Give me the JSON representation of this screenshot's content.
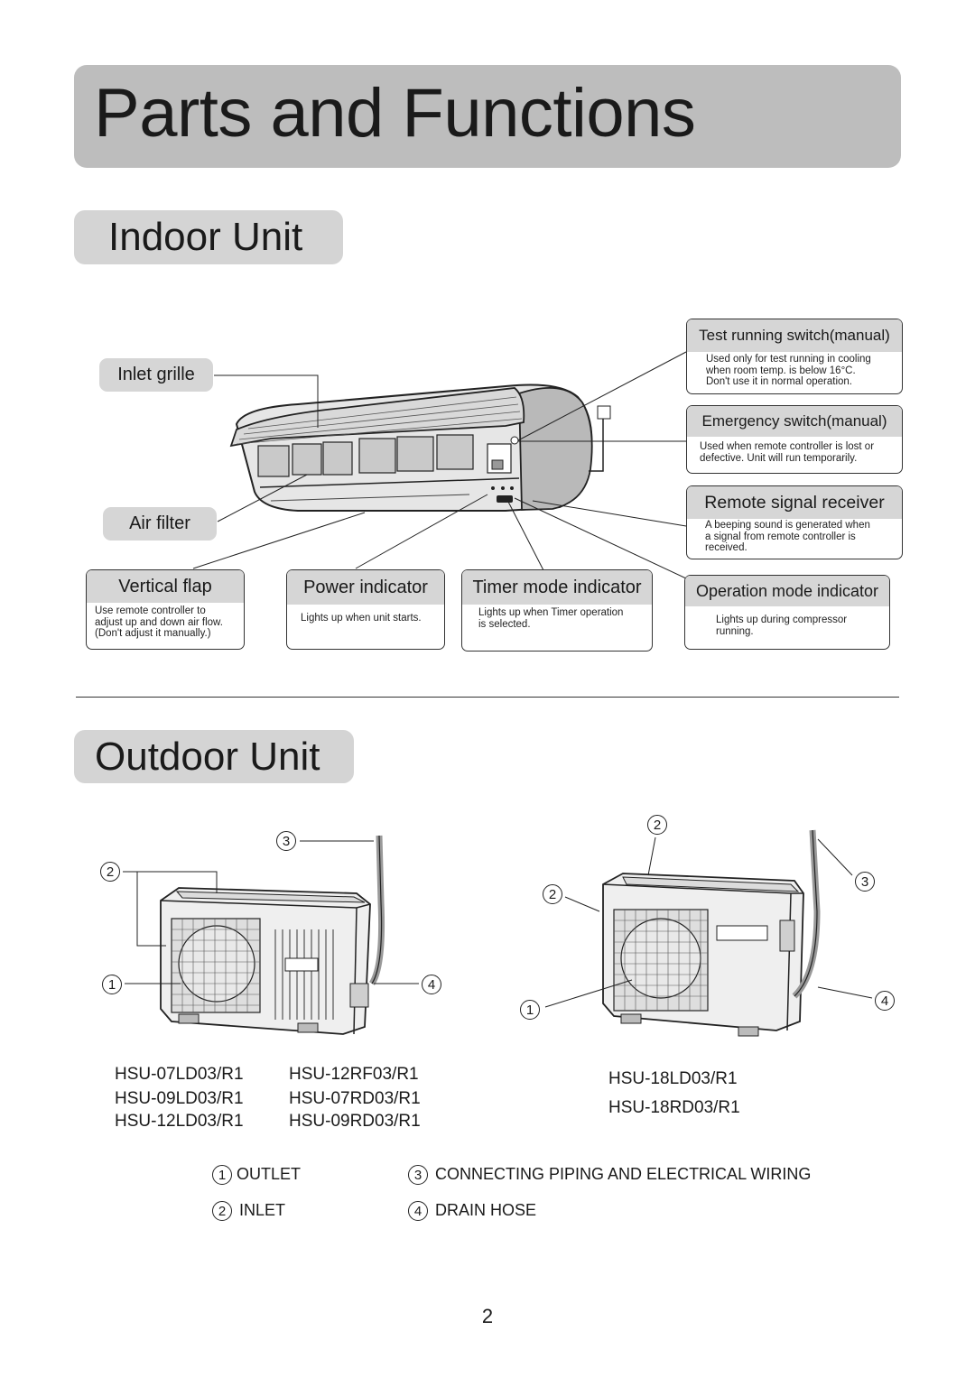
{
  "page_title": "Parts and Functions",
  "indoor": {
    "heading": "Indoor Unit",
    "inlet_grille": "Inlet grille",
    "air_filter": "Air filter",
    "callouts": {
      "test_running": {
        "title": "Test running switch(manual)",
        "text": "Used only for test running in cooling\nwhen room temp. is below 16°C.\nDon't use it in normal operation."
      },
      "emergency": {
        "title": "Emergency switch(manual)",
        "text": "Used when remote controller is lost or\ndefective. Unit will run temporarily."
      },
      "remote_signal": {
        "title": "Remote signal receiver",
        "text": "A beeping sound is generated when\na signal from remote controller is\nreceived."
      },
      "vertical_flap": {
        "title": "Vertical flap",
        "text": "Use remote controller to\nadjust up and down air flow.\n(Don't adjust it manually.)"
      },
      "power_indicator": {
        "title": "Power indicator",
        "text": "Lights up when unit starts."
      },
      "timer_mode": {
        "title": "Timer mode indicator",
        "text": "Lights up when Timer operation\nis selected."
      },
      "operation_mode": {
        "title": "Operation mode indicator",
        "text": "Lights up during compressor\nrunning."
      }
    }
  },
  "outdoor": {
    "heading": "Outdoor Unit",
    "numbers": {
      "n1": "1",
      "n2": "2",
      "n3": "3",
      "n4": "4"
    },
    "models_left_col1": [
      "HSU-07LD03/R1",
      "HSU-09LD03/R1",
      "HSU-12LD03/R1"
    ],
    "models_left_col2": [
      "HSU-12RF03/R1",
      "HSU-07RD03/R1",
      "HSU-09RD03/R1"
    ],
    "models_right": [
      "HSU-18LD03/R1",
      "HSU-18RD03/R1"
    ],
    "legend": {
      "outlet": "OUTLET",
      "inlet": "INLET",
      "piping": "CONNECTING PIPING AND ELECTRICAL WIRING",
      "drain": "DRAIN HOSE"
    }
  },
  "page_number": "2"
}
